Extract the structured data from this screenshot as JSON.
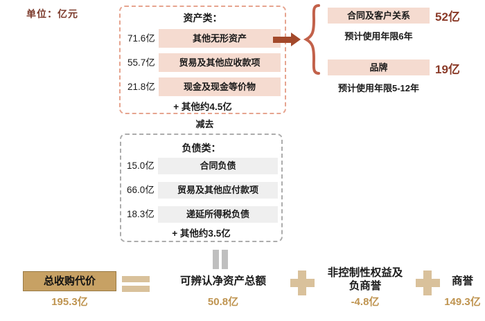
{
  "unit_label": "单位：亿元",
  "colors": {
    "dark_red_text": "#8A3A28",
    "arrow": "#A3492B",
    "brace": "#C2614A",
    "pink_bar": "#F5DBD0",
    "asset_dashed_border": "#E6A48F",
    "gray_bar": "#EFEFEF",
    "gray_dashed_border": "#ACACAC",
    "tan_operator": "#D9C19B",
    "gold_value_text": "#BF9450",
    "total_box_fill": "#C7A164"
  },
  "asset_box": {
    "title": "资产类：",
    "rows": [
      {
        "value": "71.6亿",
        "label": "其他无形资产"
      },
      {
        "value": "55.7亿",
        "label": "贸易及其他应收款项"
      },
      {
        "value": "21.8亿",
        "label": "现金及现金等价物"
      }
    ],
    "footer": "+ 其他约4.5亿"
  },
  "intangible_breakdown": [
    {
      "label": "合同及客户关系",
      "value": "52亿",
      "note": "预计使用年限6年"
    },
    {
      "label": "品牌",
      "value": "19亿",
      "note": "预计使用年限5-12年"
    }
  ],
  "minus_label": "减去",
  "liability_box": {
    "title": "负债类：",
    "rows": [
      {
        "value": "15.0亿",
        "label": "合同负债"
      },
      {
        "value": "66.0亿",
        "label": "贸易及其他应付款项"
      },
      {
        "value": "18.3亿",
        "label": "递延所得税负债"
      }
    ],
    "footer": "+ 其他约3.5亿"
  },
  "equation": {
    "total": {
      "label": "总收购代价",
      "value": "195.3亿"
    },
    "net_assets": {
      "label": "可辨认净资产总额",
      "value": "50.8亿"
    },
    "minority": {
      "label_line1": "非控制性权益及",
      "label_line2": "负商誉",
      "value": "-4.8亿"
    },
    "goodwill": {
      "label": "商誉",
      "value": "149.3亿"
    }
  }
}
